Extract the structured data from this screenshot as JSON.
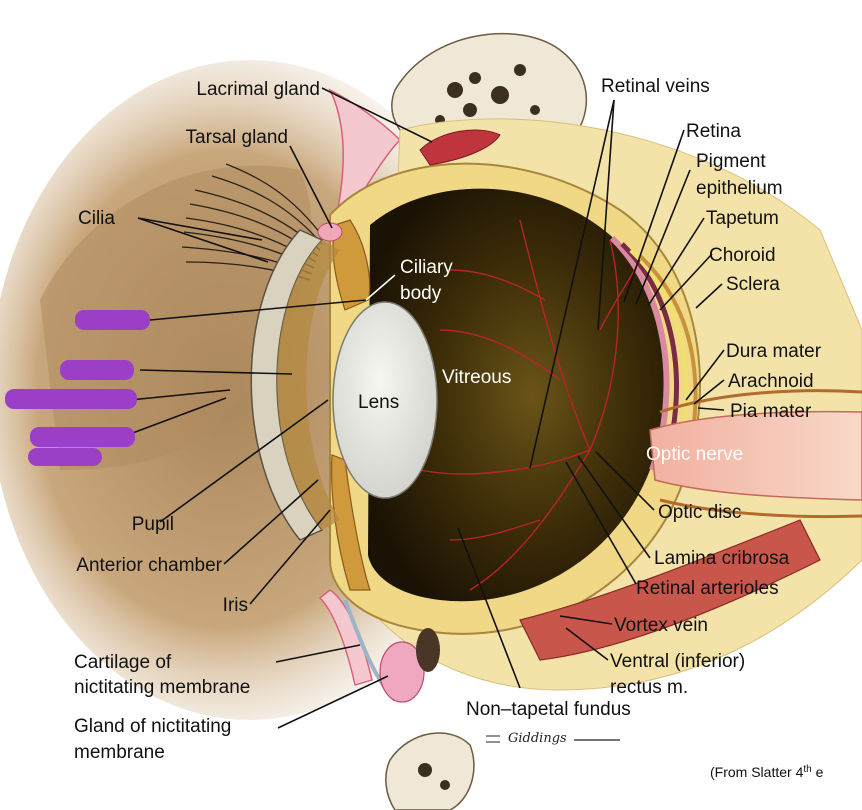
{
  "labels": {
    "lacrimal_gland": "Lacrimal gland",
    "tarsal_gland": "Tarsal gland",
    "cilia": "Cilia",
    "pupil": "Pupil",
    "anterior_chamber": "Anterior chamber",
    "iris": "Iris",
    "cartilage_line1": "Cartilage of",
    "cartilage_line2": "nictitating membrane",
    "gland_line1": "Gland of nictitating",
    "gland_line2": "membrane",
    "ciliary_line1": "Ciliary",
    "ciliary_line2": "body",
    "lens": "Lens",
    "vitreous": "Vitreous",
    "retinal_veins": "Retinal veins",
    "retina": "Retina",
    "pigment_line1": "Pigment",
    "pigment_line2": "epithelium",
    "tapetum": "Tapetum",
    "choroid": "Choroid",
    "sclera": "Sclera",
    "dura_mater": "Dura mater",
    "arachnoid": "Arachnoid",
    "pia_mater": "Pia mater",
    "optic_nerve": "Optic nerve",
    "optic_disc": "Optic disc",
    "lamina_cribrosa": "Lamina cribrosa",
    "retinal_arterioles": "Retinal arterioles",
    "vortex_vein": "Vortex vein",
    "ventral_line1": "Ventral (inferior)",
    "ventral_line2": "rectus m.",
    "non_tapetal_fundus": "Non–tapetal fundus"
  },
  "source_note": {
    "prefix": "(From Slatter 4",
    "superscript": "th",
    "suffix": " e"
  },
  "signature": "Giddings",
  "colors": {
    "redaction": "#9b3fc6",
    "fur": "#c9a77c",
    "sclera_yellow": "#f0d886",
    "vitreous_dark": "#3a2a0a",
    "lens": "#e4e4e0",
    "gland_pink": "#e07a8a",
    "vessel_red": "#b8242a",
    "muscle_red": "#c8564a"
  }
}
